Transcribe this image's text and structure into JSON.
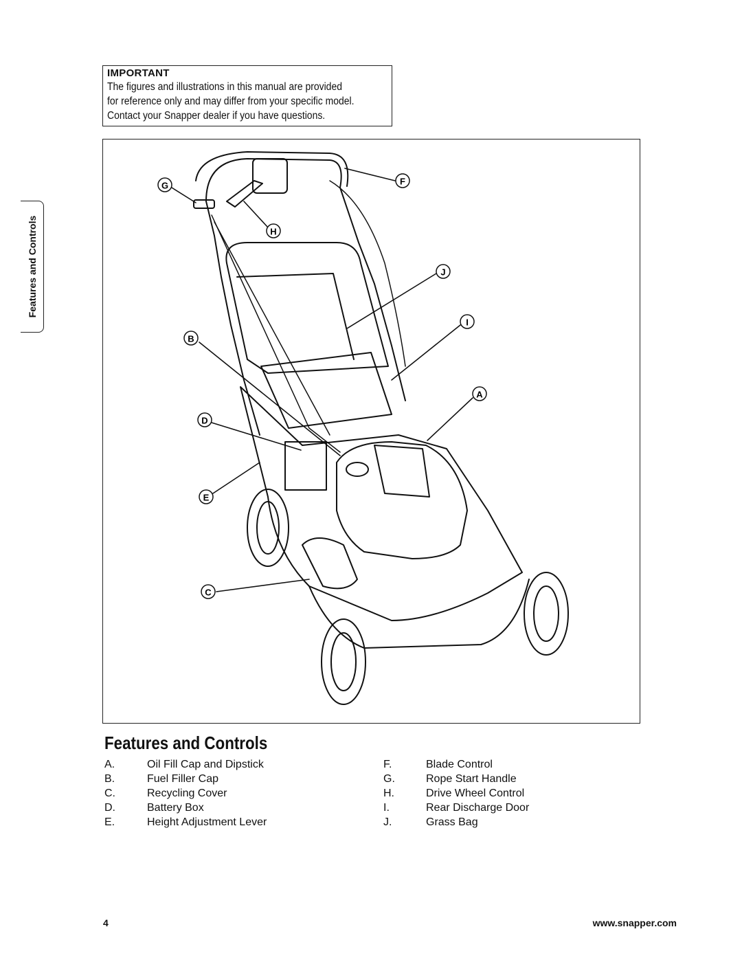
{
  "notice": {
    "heading": "IMPORTANT",
    "lines": [
      "The figures and illustrations in this manual are provided",
      "for reference only and may differ from your specific model.",
      "Contact your Snapper dealer if you have questions."
    ]
  },
  "side_tab": "Features and Controls",
  "figure": {
    "callouts": [
      "A",
      "B",
      "C",
      "D",
      "E",
      "F",
      "G",
      "H",
      "I",
      "J"
    ]
  },
  "section_title": "Features and Controls",
  "legend_left": [
    {
      "key": "A.",
      "label": "Oil Fill Cap and Dipstick"
    },
    {
      "key": "B.",
      "label": "Fuel Filler Cap"
    },
    {
      "key": "C.",
      "label": "Recycling Cover"
    },
    {
      "key": "D.",
      "label": "Battery Box"
    },
    {
      "key": "E.",
      "label": "Height Adjustment Lever"
    }
  ],
  "legend_right": [
    {
      "key": "F.",
      "label": "Blade Control"
    },
    {
      "key": "G.",
      "label": "Rope Start Handle"
    },
    {
      "key": "H.",
      "label": "Drive Wheel Control"
    },
    {
      "key": "I.",
      "label": "Rear Discharge Door"
    },
    {
      "key": "J.",
      "label": "Grass Bag"
    }
  ],
  "footer": {
    "page_number": "4",
    "url": "www.snapper.com"
  }
}
